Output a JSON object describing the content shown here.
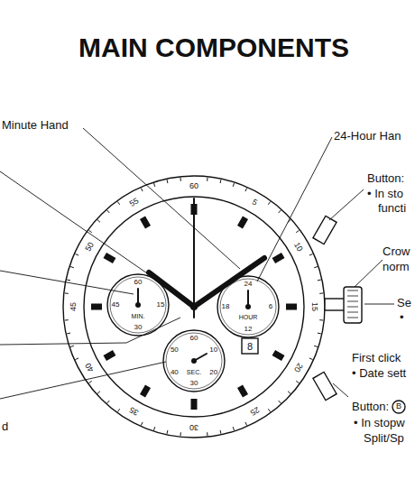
{
  "diagram": {
    "title": "MAIN COMPONENTS",
    "labels": [
      "Minute Hand",
      "24-Hour Han",
      "Button:",
      "• In sto",
      "functi",
      "Crow",
      "norm",
      "Se",
      "•",
      "First click",
      "• Date sett",
      "Button:",
      "B",
      "• In stopw",
      "Split/Sp",
      "d",
      "60",
      "5",
      "10",
      "15",
      "20",
      "25",
      "30",
      "35",
      "40",
      "45",
      "50",
      "55",
      "60",
      "15",
      "30",
      "45",
      "MIN.",
      "24",
      "6",
      "12",
      "18",
      "HOUR",
      "60",
      "10",
      "20",
      "30",
      "40",
      "50",
      "SEC.",
      "8"
    ]
  }
}
